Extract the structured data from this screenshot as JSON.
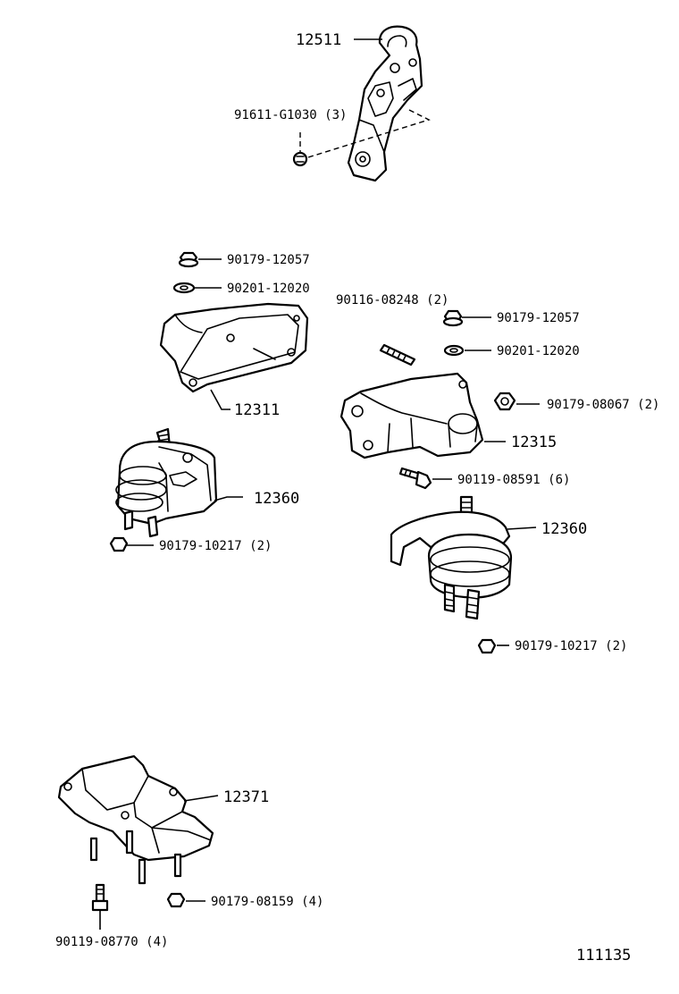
{
  "diagram_id": "111135",
  "labels": {
    "p12511": "12511",
    "p91611": "91611-G1030 (3)",
    "p90179_12057_a": "90179-12057",
    "p90201_12020_a": "90201-12020",
    "p90116": "90116-08248 (2)",
    "p90179_12057_b": "90179-12057",
    "p90201_12020_b": "90201-12020",
    "p12311": "12311",
    "p90179_08067": "90179-08067 (2)",
    "p12315": "12315",
    "p90119_08591": "90119-08591 (6)",
    "p12360_a": "12360",
    "p90179_10217_a": "90179-10217 (2)",
    "p12360_b": "12360",
    "p90179_10217_b": "90179-10217 (2)",
    "p12371": "12371",
    "p90179_08159": "90179-08159 (4)",
    "p90119_08770": "90119-08770 (4)"
  }
}
